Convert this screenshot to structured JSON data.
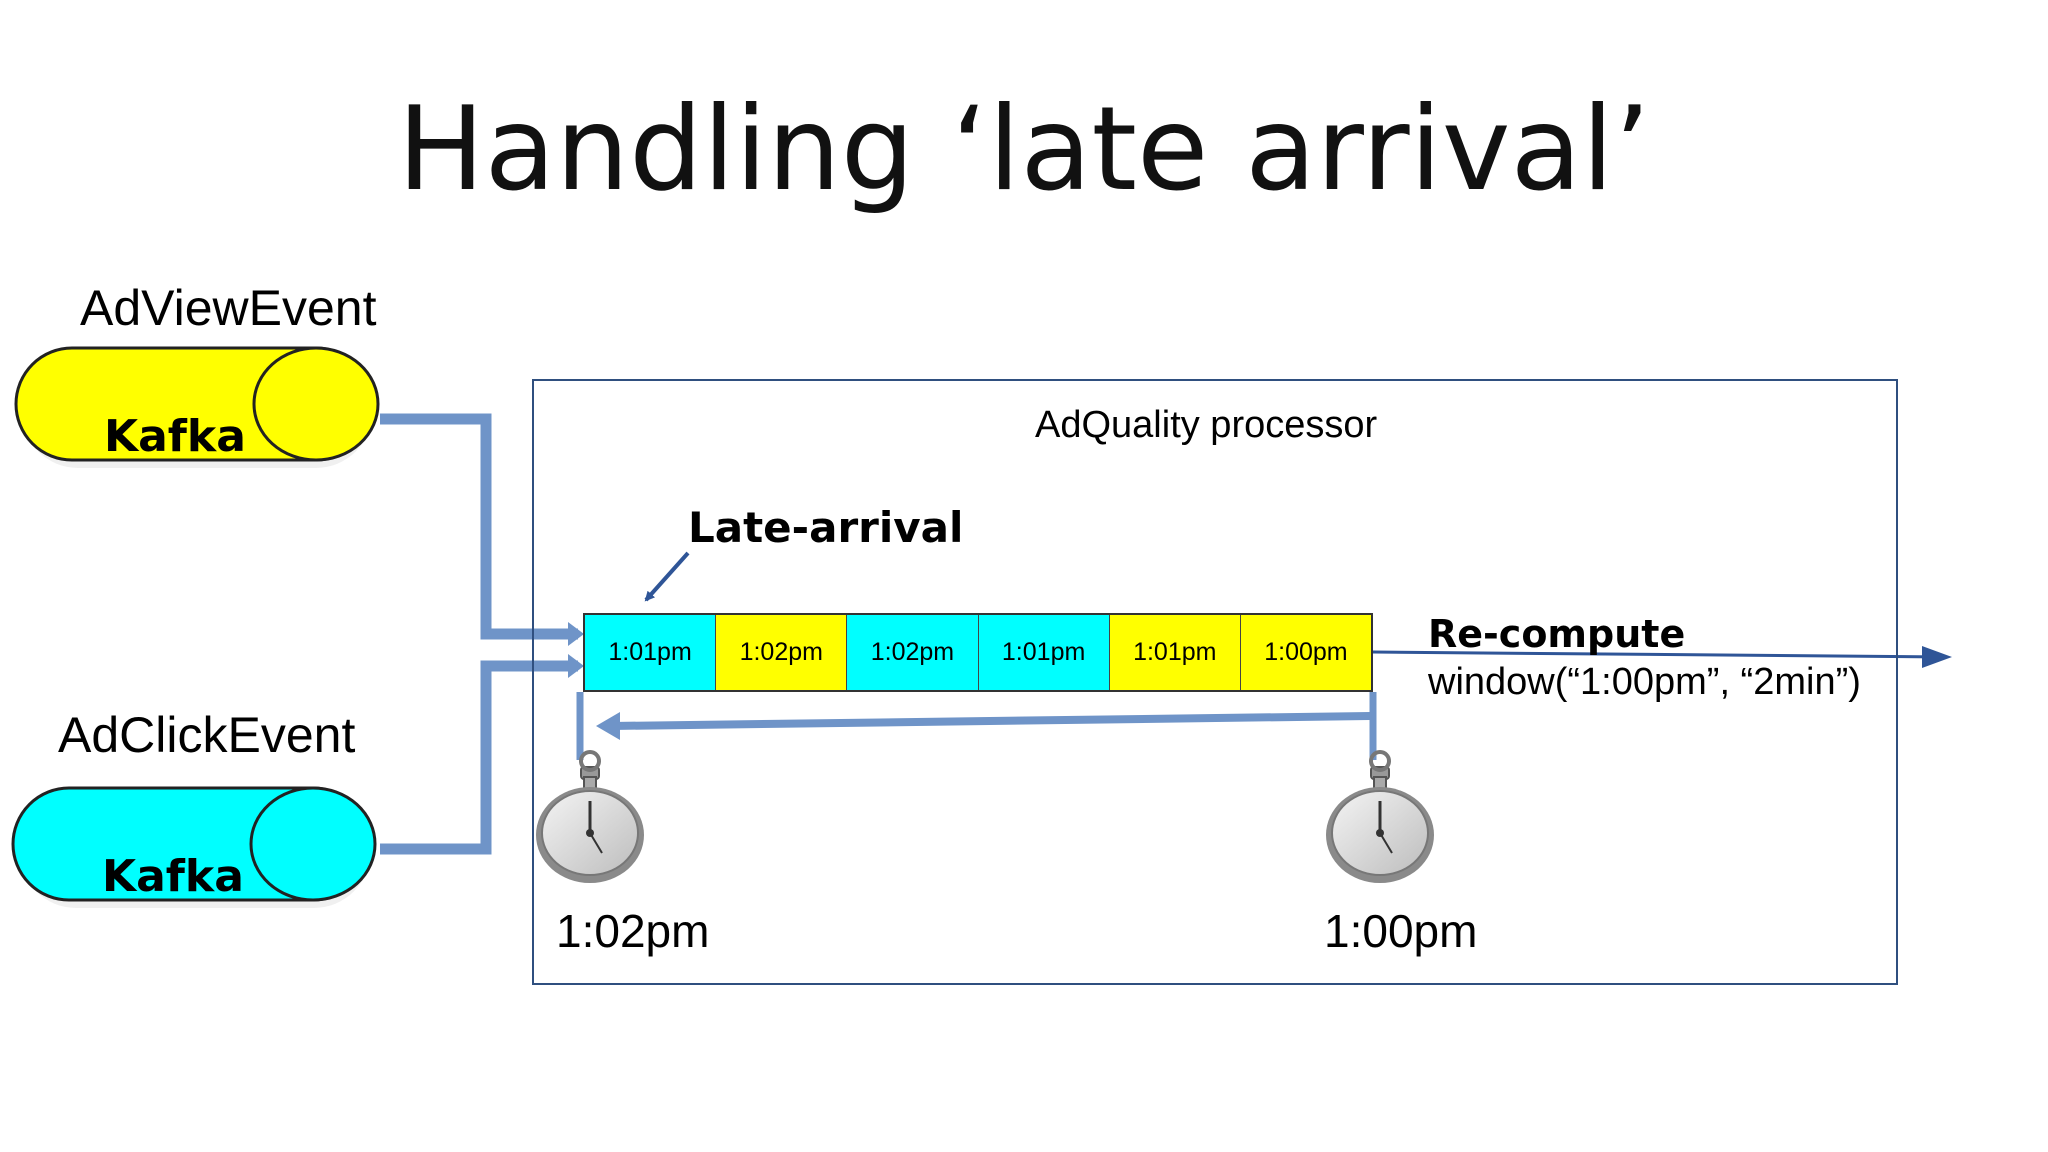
{
  "title": "Handling ‘late arrival’",
  "sources": [
    {
      "topic": "AdViewEvent",
      "broker": "Kafka",
      "color": "#ffff00"
    },
    {
      "topic": "AdClickEvent",
      "broker": "Kafka",
      "color": "#00ffff"
    }
  ],
  "processor": {
    "title": "AdQuality processor",
    "late_arrival_label": "Late-arrival",
    "queue": [
      {
        "time": "1:01pm",
        "color": "#00ffff"
      },
      {
        "time": "1:02pm",
        "color": "#ffff00"
      },
      {
        "time": "1:02pm",
        "color": "#00ffff"
      },
      {
        "time": "1:01pm",
        "color": "#00ffff"
      },
      {
        "time": "1:01pm",
        "color": "#ffff00"
      },
      {
        "time": "1:00pm",
        "color": "#ffff00"
      }
    ],
    "recompute_title": "Re-compute",
    "recompute_window": "window(“1:00pm”, “2min”)",
    "timer_left_label": "1:02pm",
    "timer_right_label": "1:00pm"
  },
  "colors": {
    "pipe": "#6f94c8",
    "arrow": "#2f5597",
    "box_border": "#2f4f7f"
  }
}
